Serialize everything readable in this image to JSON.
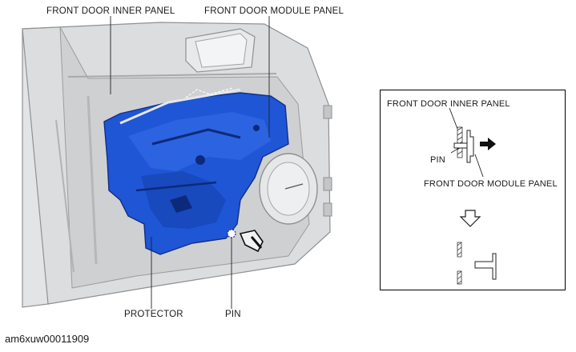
{
  "labels": {
    "front_door_inner_panel": "FRONT DOOR INNER PANEL",
    "front_door_module_panel": "FRONT DOOR MODULE PANEL",
    "protector": "PROTECTOR",
    "pin": "PIN"
  },
  "detail": {
    "front_door_inner_panel": "FRONT DOOR INNER PANEL",
    "pin": "PIN",
    "front_door_module_panel": "FRONT DOOR MODULE PANEL"
  },
  "caption": "am6xuw00011909",
  "colors": {
    "module_blue": "#1f56d6",
    "module_blue_dark": "#123a9c",
    "door_gray": "#d9dadb",
    "door_edge": "#8e9092"
  }
}
